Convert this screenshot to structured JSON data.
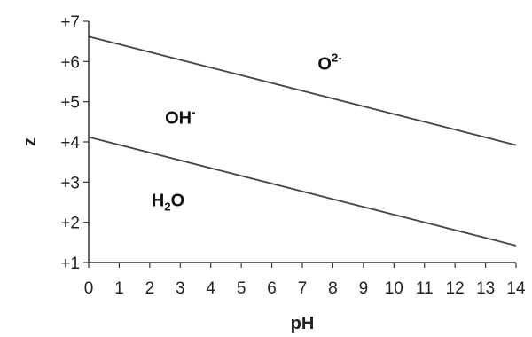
{
  "chart_data": {
    "type": "line",
    "xlabel": "pH",
    "ylabel": "z",
    "xlim": [
      0,
      14
    ],
    "ylim": [
      1,
      7
    ],
    "x_ticks": [
      "0",
      "1",
      "2",
      "3",
      "4",
      "5",
      "6",
      "7",
      "8",
      "9",
      "10",
      "11",
      "12",
      "13",
      "14"
    ],
    "y_ticks": [
      "+1",
      "+2",
      "+3",
      "+4",
      "+5",
      "+6",
      "+7"
    ],
    "series": [
      {
        "x": [
          0,
          14
        ],
        "y": [
          6.62,
          3.92
        ],
        "color": "#444444"
      },
      {
        "x": [
          0,
          14
        ],
        "y": [
          4.12,
          1.42
        ],
        "color": "#444444"
      }
    ],
    "annotations": [
      {
        "base": "O",
        "sup": "2-",
        "sub": "",
        "x": 7.9,
        "y": 5.8
      },
      {
        "base": "OH",
        "sup": "-",
        "sub": "",
        "x": 3.0,
        "y": 4.45
      },
      {
        "base": "H",
        "sup": "",
        "sub": "2",
        "tail": "O",
        "x": 2.6,
        "y": 2.4
      }
    ],
    "grid": false,
    "axis_color": "#333333"
  }
}
